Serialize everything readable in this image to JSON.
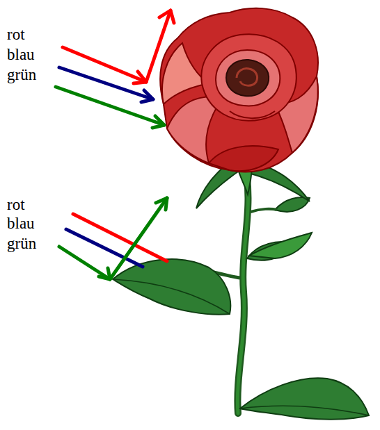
{
  "diagram": {
    "labels": [
      "rot",
      "blau",
      "grün",
      "rot",
      "blau",
      "grün"
    ]
  }
}
